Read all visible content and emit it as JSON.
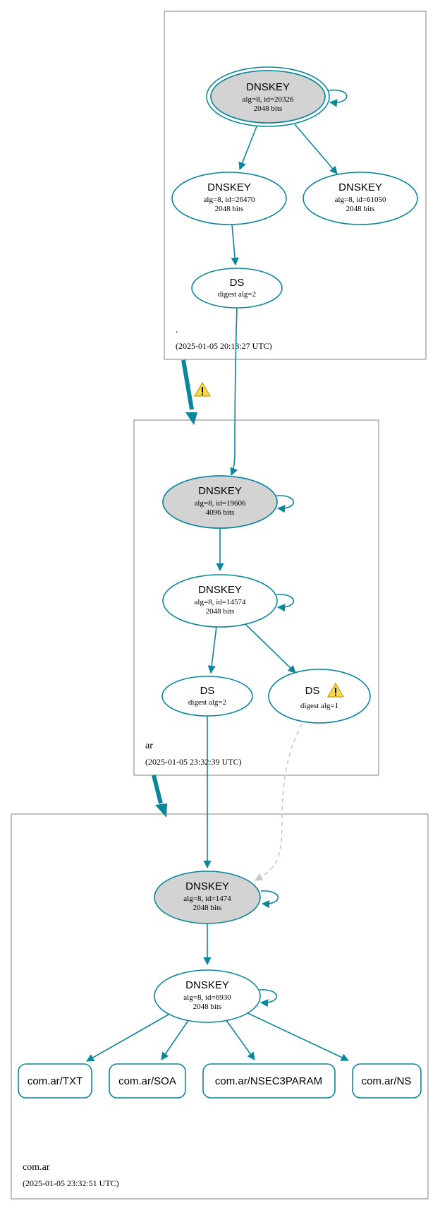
{
  "colors": {
    "edge": "#0a879a",
    "ksk_fill": "#d3d3d3",
    "zone_border": "#808080",
    "insecure_edge": "#c8c8c8",
    "warning_fill": "#f7d94c"
  },
  "zones": [
    {
      "name": ".",
      "timestamp": "(2025-01-05 20:13:27 UTC)"
    },
    {
      "name": "ar",
      "timestamp": "(2025-01-05 23:32:39 UTC)"
    },
    {
      "name": "com.ar",
      "timestamp": "(2025-01-05 23:32:51 UTC)"
    }
  ],
  "nodes": {
    "root_ksk": {
      "title": "DNSKEY",
      "line1": "alg=8, id=20326",
      "line2": "2048 bits"
    },
    "root_zsk1": {
      "title": "DNSKEY",
      "line1": "alg=8, id=26470",
      "line2": "2048 bits"
    },
    "root_zsk2": {
      "title": "DNSKEY",
      "line1": "alg=8, id=61050",
      "line2": "2048 bits"
    },
    "root_ds": {
      "title": "DS",
      "line1": "digest alg=2"
    },
    "ar_ksk": {
      "title": "DNSKEY",
      "line1": "alg=8, id=19606",
      "line2": "4096 bits"
    },
    "ar_zsk": {
      "title": "DNSKEY",
      "line1": "alg=8, id=14574",
      "line2": "2048 bits"
    },
    "ar_ds2": {
      "title": "DS",
      "line1": "digest alg=2"
    },
    "ar_ds1": {
      "title": "DS",
      "line1": "digest alg=1"
    },
    "comar_ksk": {
      "title": "DNSKEY",
      "line1": "alg=8, id=1474",
      "line2": "2048 bits"
    },
    "comar_zsk": {
      "title": "DNSKEY",
      "line1": "alg=8, id=6930",
      "line2": "2048 bits"
    }
  },
  "rrsets": [
    "com.ar/TXT",
    "com.ar/SOA",
    "com.ar/NSEC3PARAM",
    "com.ar/NS"
  ]
}
